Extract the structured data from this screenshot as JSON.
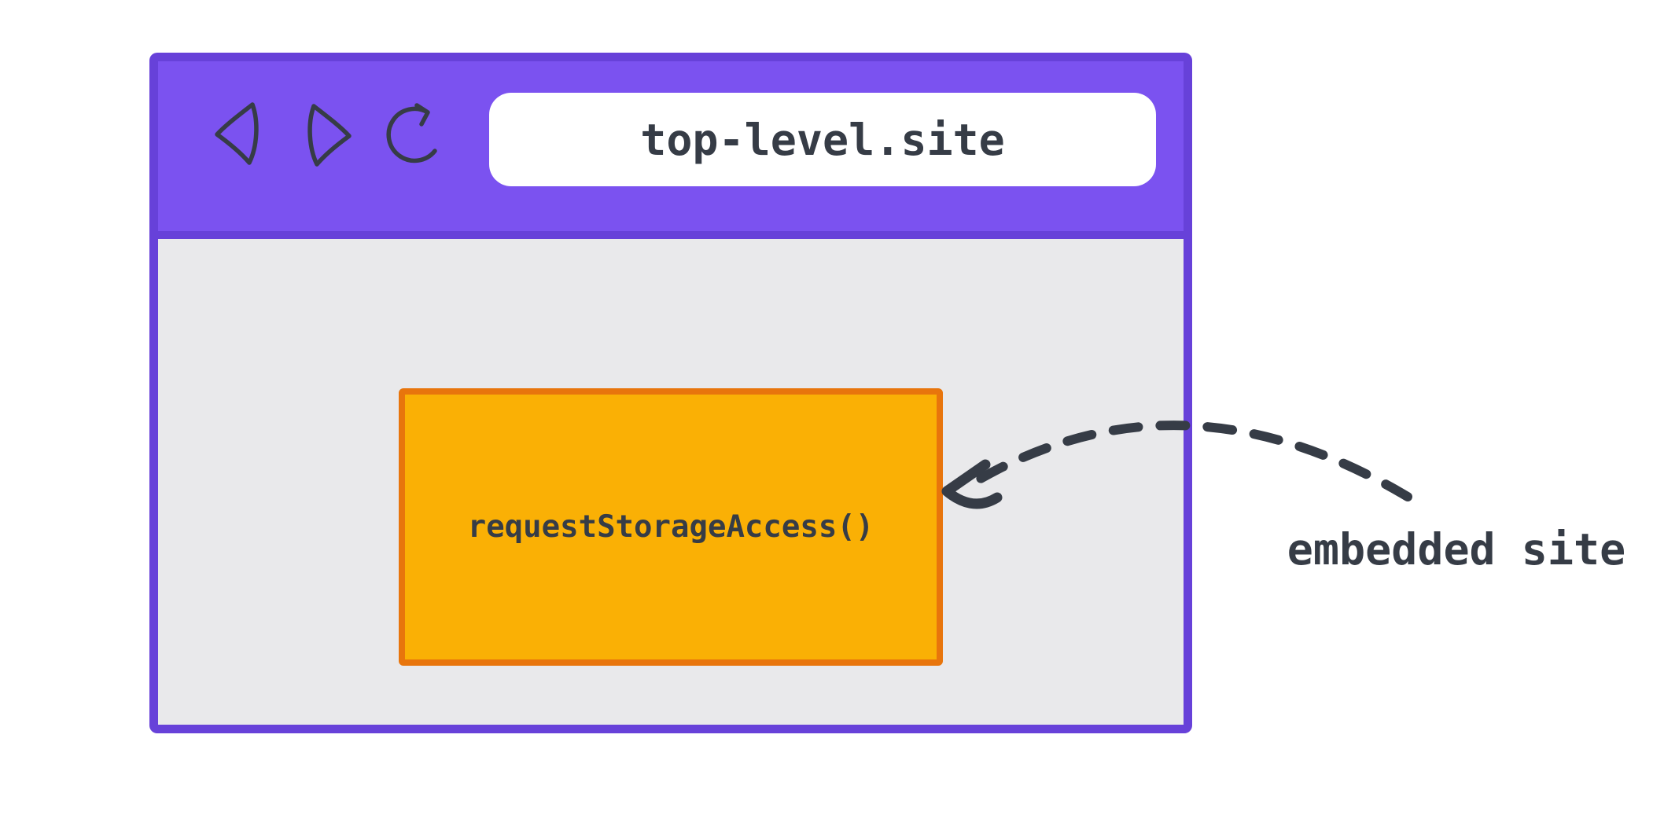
{
  "browser": {
    "url": "top-level.site",
    "toolbar": {
      "icons": [
        "back-icon",
        "forward-icon",
        "reload-icon"
      ]
    }
  },
  "embedded_frame": {
    "label": "requestStorageAccess()"
  },
  "annotation": {
    "label": "embedded site"
  },
  "colors": {
    "toolbar_fill": "#7B52F0",
    "window_border": "#6741D9",
    "content_background": "#E9E9EB",
    "frame_fill": "#FAB005",
    "frame_border": "#E8750C",
    "ink": "#363C46",
    "address_bar_background": "#FFFFFF"
  }
}
